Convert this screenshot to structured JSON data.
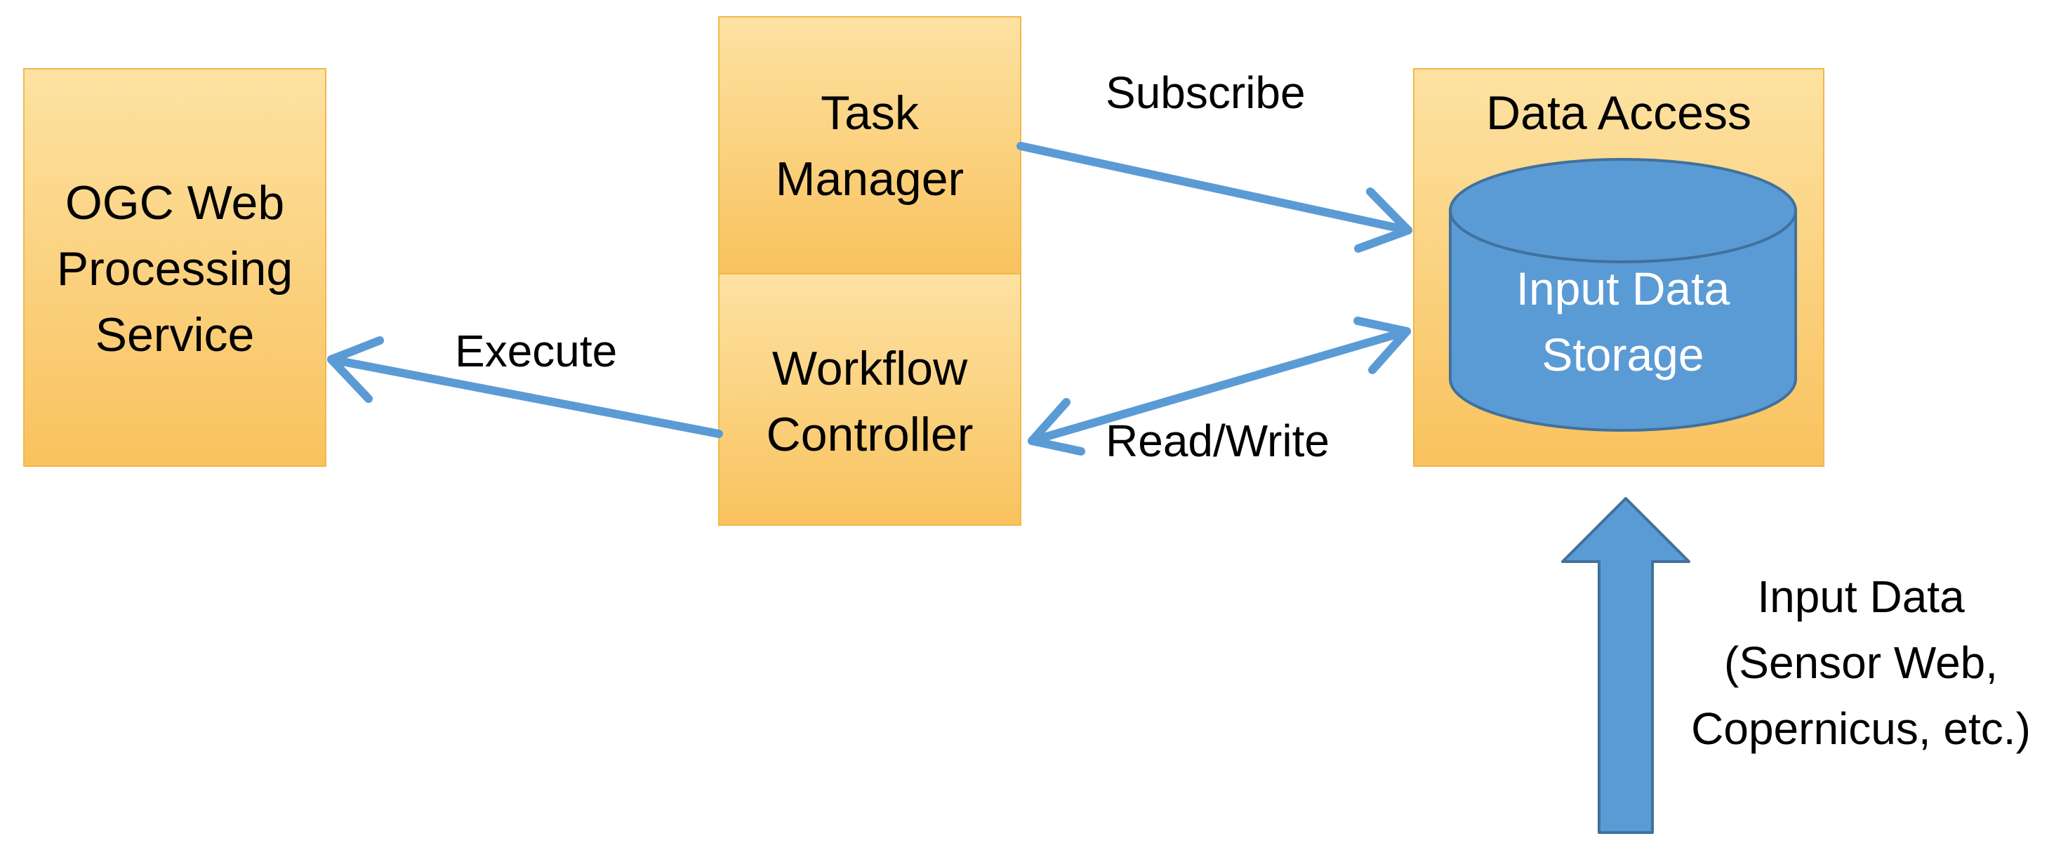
{
  "nodes": {
    "ogc": {
      "lines": [
        "OGC Web",
        "Processing",
        "Service"
      ]
    },
    "task_manager": {
      "lines": [
        "Task",
        "Manager"
      ]
    },
    "workflow_controller": {
      "lines": [
        "Workflow",
        "Controller"
      ]
    },
    "data_access": {
      "lines": [
        "Data Access"
      ]
    },
    "input_data_storage": {
      "lines": [
        "Input Data",
        "Storage"
      ]
    }
  },
  "edges": {
    "subscribe": {
      "label": "Subscribe",
      "from": "Task Manager",
      "to": "Data Access"
    },
    "read_write": {
      "label": "Read/Write",
      "from": "Workflow Controller",
      "to": "Data Access"
    },
    "execute": {
      "label": "Execute",
      "from": "Workflow Controller",
      "to": "OGC Web Processing Service"
    }
  },
  "input": {
    "lines": [
      "Input Data",
      "(Sensor Web,",
      "Copernicus, etc.)"
    ]
  },
  "colors": {
    "box_fill_top": "#fde2a2",
    "box_fill_bottom": "#f9c25e",
    "box_border": "#f0b84a",
    "arrow": "#5b9bd5",
    "cylinder_fill": "#5b9bd5",
    "cylinder_stroke": "#41719c"
  }
}
